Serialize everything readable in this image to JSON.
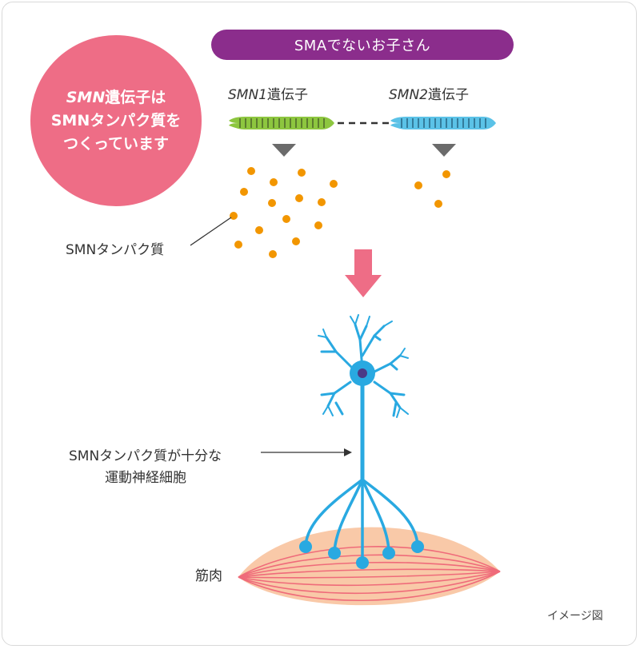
{
  "banner": {
    "text": "SMAでないお子さん"
  },
  "callout": {
    "line1_italic": "SMN",
    "line1_rest": "遺伝子は",
    "line2": "SMNタンパク質を",
    "line3": "つくっています"
  },
  "genes": {
    "smn1": {
      "name": "SMN1",
      "suffix": "遺伝子"
    },
    "smn2": {
      "name": "SMN2",
      "suffix": "遺伝子"
    }
  },
  "labels": {
    "protein": "SMNタンパク質",
    "neuron_line1": "SMNタンパク質が十分な",
    "neuron_line2": "運動神経細胞",
    "muscle": "筋肉",
    "image_note": "イメージ図"
  },
  "colors": {
    "banner": "#8b2d8c",
    "callout": "#ee6d86",
    "smn1_gene": "#8dc63f",
    "smn2_gene": "#5bc2e7",
    "protein_dot": "#f29600",
    "arrow": "#ee6d86",
    "neuron": "#29a9e1",
    "muscle": "#f9c9a8",
    "muscle_fiber": "#ef6b7a"
  }
}
